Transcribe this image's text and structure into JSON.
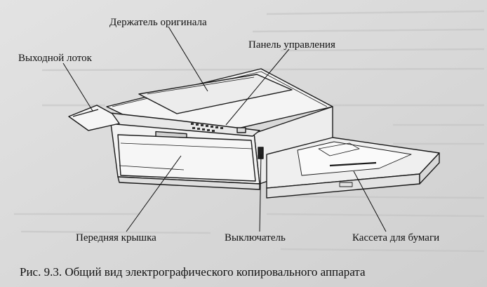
{
  "labels": {
    "original_holder": "Держатель оригинала",
    "control_panel": "Панель управления",
    "output_tray": "Выходной лоток",
    "front_cover": "Передняя крышка",
    "power_switch": "Выключатель",
    "paper_cassette": "Кассета для бумаги"
  },
  "caption": "Рис. 9.3. Общий вид электрографического копировального аппарата"
}
